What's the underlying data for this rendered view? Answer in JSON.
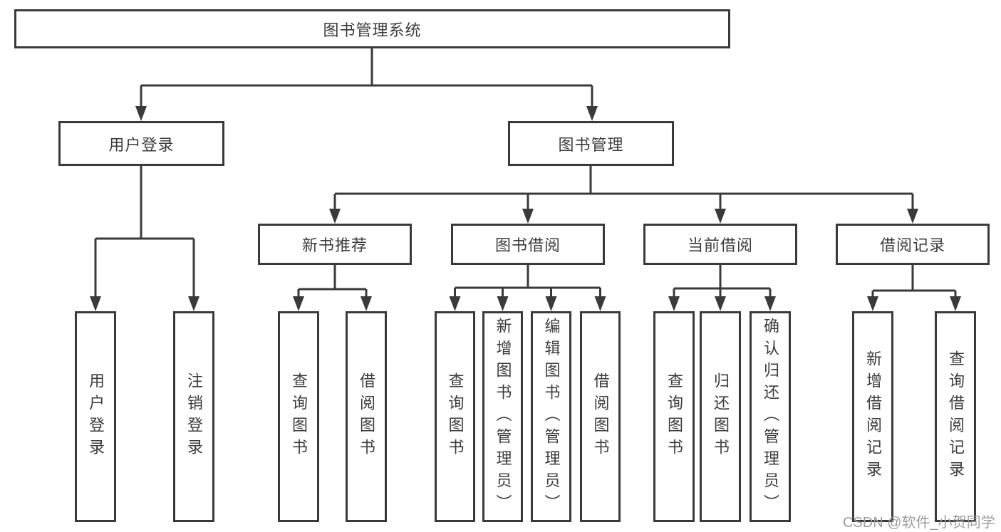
{
  "colors": {
    "line": "#3a3a3a",
    "text": "#3c3c3c",
    "background": "#ffffff",
    "watermark": "#9d9d9d"
  },
  "watermark": {
    "text": "CSDN @软件_小贺同学"
  },
  "tree": {
    "label": "图书管理系统",
    "children": [
      {
        "label": "用户登录",
        "children": [
          {
            "label": "用户登录"
          },
          {
            "label": "注销登录"
          }
        ]
      },
      {
        "label": "图书管理",
        "children": [
          {
            "label": "新书推荐",
            "children": [
              {
                "label": "查询图书"
              },
              {
                "label": "借阅图书"
              }
            ]
          },
          {
            "label": "图书借阅",
            "children": [
              {
                "label": "查询图书"
              },
              {
                "label": "新增图书（管理员）"
              },
              {
                "label": "编辑图书（管理员）"
              },
              {
                "label": "借阅图书"
              }
            ]
          },
          {
            "label": "当前借阅",
            "children": [
              {
                "label": "查询图书"
              },
              {
                "label": "归还图书"
              },
              {
                "label": "确认归还（管理员）"
              }
            ]
          },
          {
            "label": "借阅记录",
            "children": [
              {
                "label": "新增借阅记录"
              },
              {
                "label": "查询借阅记录"
              }
            ]
          }
        ]
      }
    ]
  }
}
